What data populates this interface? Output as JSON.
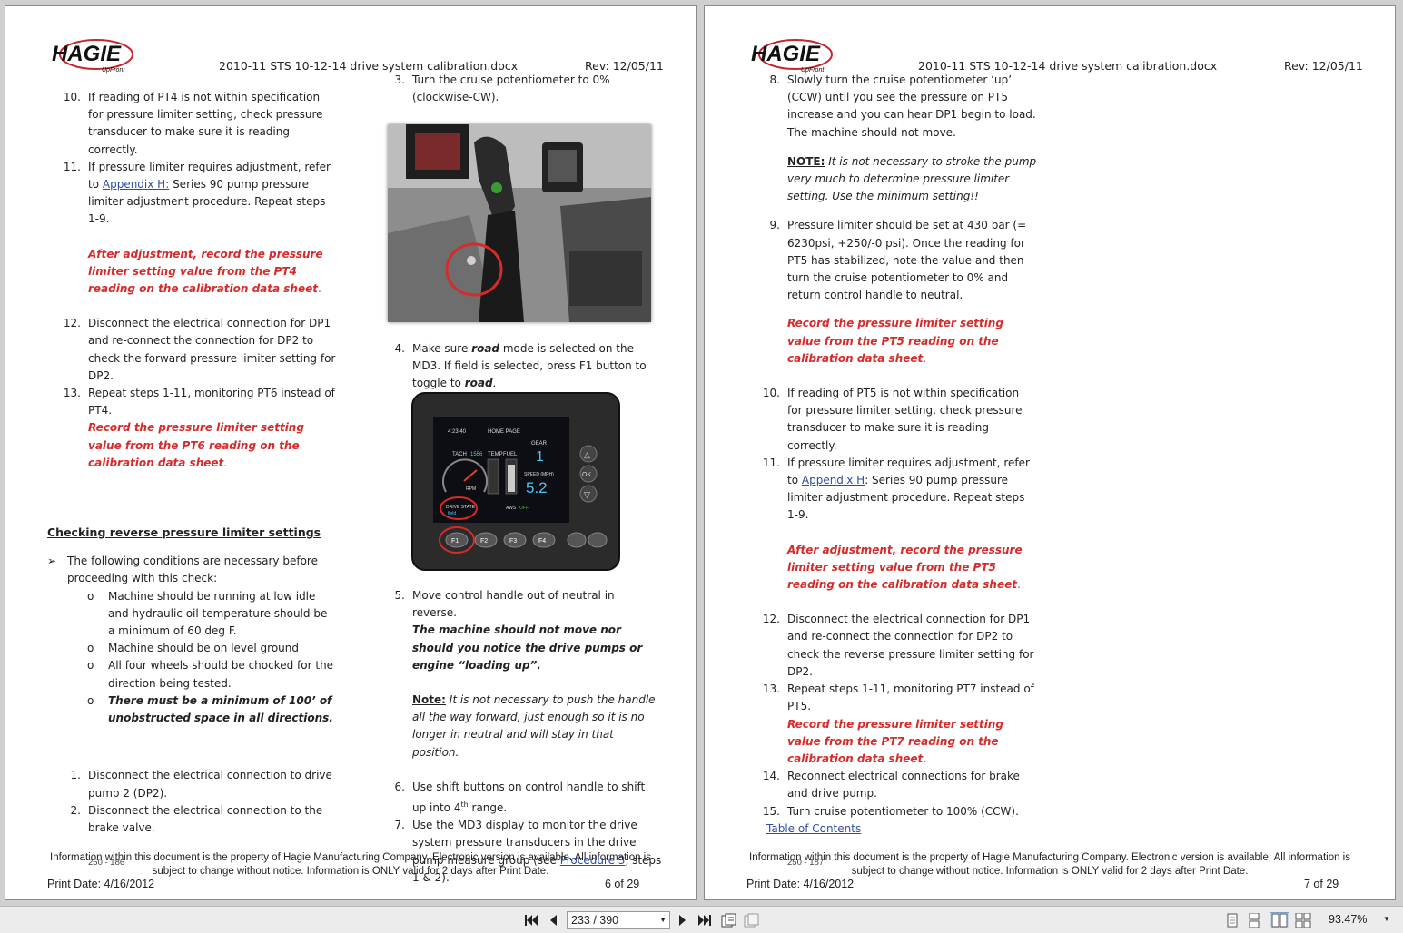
{
  "header": {
    "logo_text": "HAGIE",
    "logo_tag": "UpFront",
    "filename": "2010-11 STS 10-12-14 drive system calibration.docx",
    "revision": "Rev: 12/05/11"
  },
  "left_page": {
    "col1": {
      "s10_num": "10.",
      "s10": "If reading of PT4 is not within specification for pressure limiter setting, check pressure transducer to make sure it is reading correctly.",
      "s11_num": "11.",
      "s11_pre": "If pressure limiter requires adjustment, refer to",
      "s11_link": "Appendix H:",
      "s11_post": " Series 90 pump pressure limiter adjustment procedure.  Repeat steps 1-9.",
      "after_adjust": "After adjustment, record the pressure limiter setting value from the PT4 reading on the calibration data sheet",
      "s12_num": "12.",
      "s12": "Disconnect the electrical connection for DP1 and re-connect the connection for DP2 to check the forward pressure limiter setting for DP2.",
      "s13_num": "13.",
      "s13": "Repeat steps 1-11, monitoring PT6 instead of PT4.",
      "s13_red": "Record the pressure limiter setting value from the PT6 reading on the calibration data sheet",
      "section_heading": "Checking reverse pressure limiter settings",
      "cond_intro": "The following conditions are necessary before proceeding with this check:",
      "cond1": "Machine should be running at low idle and hydraulic oil temperature should be a minimum of 60 deg F.",
      "cond2": " Machine should be on level ground",
      "cond3": "All four wheels should be chocked for the direction being tested.",
      "cond4": "There must be a minimum of 100’ of unobstructed space in all directions.",
      "r1_num": "1.",
      "r1": "Disconnect the electrical connection to drive pump 2 (DP2).",
      "r2_num": "2.",
      "r2": "Disconnect the electrical connection to the brake valve."
    },
    "col2": {
      "s3_num": "3.",
      "s3": "Turn the cruise potentiometer to 0% (clockwise-CW).",
      "s4_num": "4.",
      "s4_a": "Make sure ",
      "s4_b": "road",
      "s4_c": " mode is selected on the MD3.  If field is selected, press F1 button to toggle to ",
      "s4_d": "road",
      "s5_num": "5.",
      "s5": "Move control handle out of neutral in reverse.",
      "s5_bold": "The machine should not move nor should you notice the drive pumps or engine “loading up”.",
      "note_label": "Note:",
      "note": "  It is not necessary to push the handle all the way forward, just enough so it is no longer in neutral and will stay in that position.",
      "s6_num": "6.",
      "s6_a": "Use shift buttons on control handle to shift up into 4",
      "s6_sup": "th",
      "s6_b": " range.",
      "s7_num": "7.",
      "s7_a": "Use the MD3 display to monitor the drive system pressure transducers in the drive pump measure group (see ",
      "s7_link": "Procedure 3",
      "s7_b": ", steps 1 & 2)."
    },
    "md3": {
      "time": "4:23:40",
      "home": "HOME PAGE",
      "tach": "TACH",
      "tach_val": "1556",
      "temp": "TEMP",
      "fuel": "FUEL",
      "gear": "GEAR",
      "gear_val": "1",
      "speed": "SPEED (MPH)",
      "speed_val": "5.2",
      "drive_state": "DRIVE STATE",
      "drive_val": "field",
      "aws": "AWS",
      "aws_val": "OFF",
      "rpm": "RPM",
      "f1": "F1",
      "f2": "F2",
      "f3": "F3",
      "f4": "F4",
      "ok": "OK"
    },
    "footer": {
      "info_line1": "Information within this document is the property of Hagie Manufacturing Company.  Electronic version is available.  All information is",
      "info_line2": "subject to change without notice.  Information is ONLY valid for 2 days after Print Date.",
      "ref": "250 - 186",
      "print_date": "Print Date:  4/16/2012",
      "page": "6 of 29"
    }
  },
  "right_page": {
    "s8_num": "8.",
    "s8": "Slowly turn the cruise potentiometer ‘up’ (CCW) until you see the pressure on PT5 increase and you can hear DP1 begin to load.  The machine should not move.",
    "note_label": "NOTE:",
    "note": "  It is not necessary to stroke the pump very much to determine pressure limiter setting. Use the minimum setting!!",
    "s9_num": "9.",
    "s9": "Pressure limiter should be set at 430 bar (= 6230psi, +250/-0 psi).  Once the reading for PT5 has stabilized, note the value and then turn the cruise potentiometer to 0% and return control handle to neutral.",
    "s9_red": "Record the pressure limiter setting value from the PT5 reading on the calibration data sheet",
    "s10_num": "10.",
    "s10": "If reading of PT5 is not within specification for pressure limiter setting, check pressure transducer to make sure it is reading correctly.",
    "s11_num": "11.",
    "s11_pre": "If pressure limiter requires adjustment, refer to",
    "s11_link": "Appendix H",
    "s11_post": ":  Series 90 pump pressure limiter adjustment procedure.  Repeat steps 1-9.",
    "after_adjust": "After adjustment, record the pressure limiter setting value from the PT5 reading on the calibration data sheet",
    "s12_num": "12.",
    "s12": "Disconnect the electrical connection for DP1 and re-connect the connection for DP2 to check the reverse pressure limiter setting for DP2.",
    "s13_num": "13.",
    "s13": "Repeat steps 1-11, monitoring PT7 instead of PT5.",
    "s13_red": "Record the pressure limiter setting value from the PT7 reading on the calibration data sheet",
    "s14_num": "14.",
    "s14": "Reconnect electrical connections for brake and drive pump.",
    "s15_num": "15.",
    "s15": "Turn cruise potentiometer to 100% (CCW).",
    "toc_link": "Table of Contents",
    "footer": {
      "info_line1": "Information within this document is the property of Hagie Manufacturing Company.  Electronic version is available.  All information is",
      "info_line2": "subject to change without notice.  Information is ONLY valid for 2 days after Print Date.",
      "ref": "250 - 187",
      "print_date": "Print Date:  4/16/2012",
      "page": "7 of 29"
    }
  },
  "toolbar": {
    "page_indicator": "233 / 390",
    "zoom": "93.47%"
  }
}
